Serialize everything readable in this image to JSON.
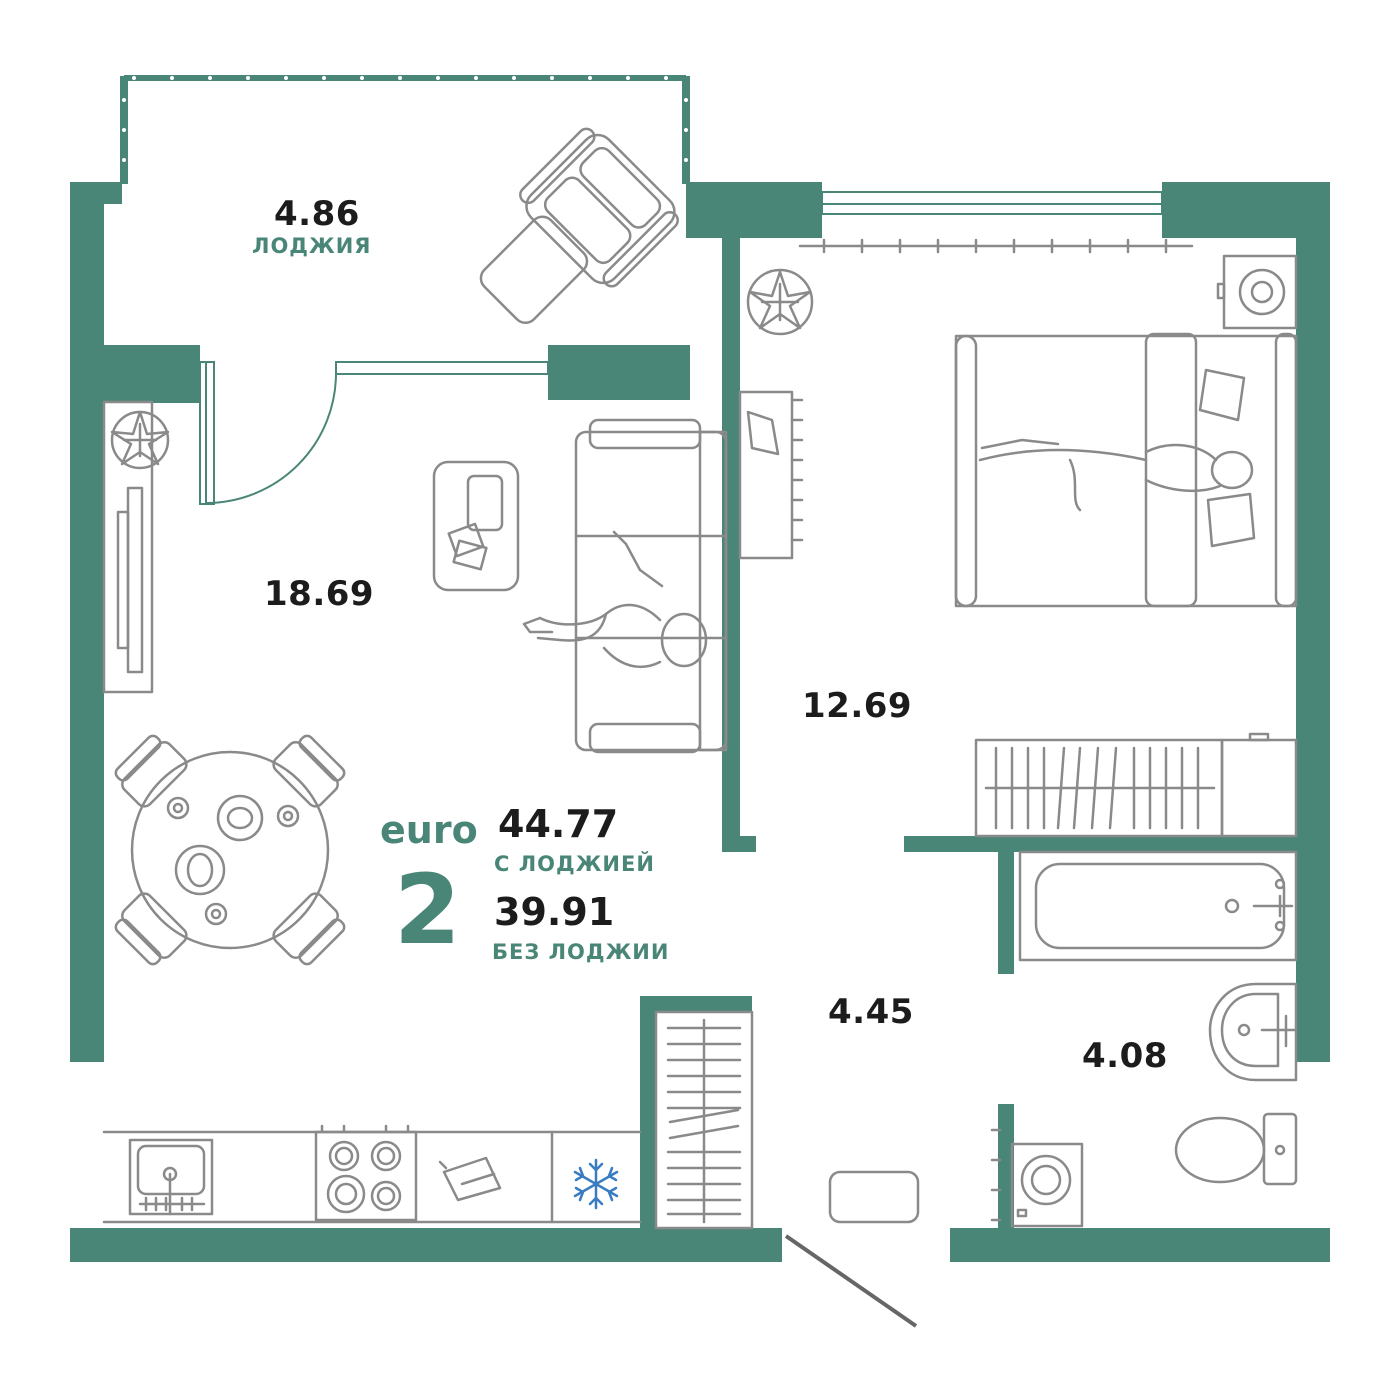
{
  "colors": {
    "wall": "#4a8677",
    "furniture": "#8a8a8a",
    "accent": "#4a8677",
    "text": "#1c1c1c",
    "snowflake": "#3a7cc2"
  },
  "rooms": {
    "loggia": {
      "area": "4.86",
      "name": "ЛОДЖИЯ"
    },
    "living": {
      "area": "18.69"
    },
    "bedroom": {
      "area": "12.69"
    },
    "hall": {
      "area": "4.45"
    },
    "bathroom": {
      "area": "4.08"
    }
  },
  "summary": {
    "format": "euro",
    "rooms_count": "2",
    "area_with_loggia": "44.77",
    "with_loggia_caption": "С ЛОДЖИЕЙ",
    "area_without_loggia": "39.91",
    "without_loggia_caption": "БЕЗ ЛОДЖИИ"
  },
  "icons": [
    "armchair-icon",
    "plant-icon",
    "tv-icon",
    "coffee-table-icon",
    "sofa-icon",
    "person-icon",
    "dining-table-icon",
    "bookshelf-icon",
    "bed-icon",
    "wardrobe-icon",
    "bathtub-icon",
    "sink-icon",
    "toilet-icon",
    "washing-machine-icon",
    "kitchen-sink-icon",
    "stove-icon",
    "cutting-board-icon",
    "fridge-snowflake-icon",
    "radiator-icon",
    "rug-icon"
  ]
}
